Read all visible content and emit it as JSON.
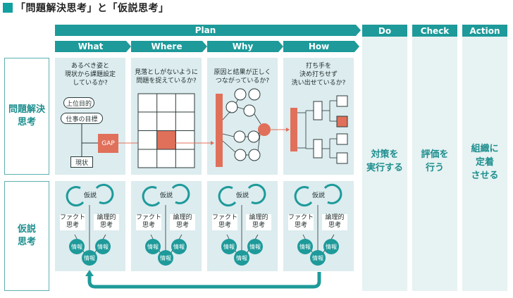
{
  "title": "「問題解決思考」と「仮説思考」",
  "plan": {
    "label": "Plan",
    "steps": [
      "What",
      "Where",
      "Why",
      "How"
    ]
  },
  "phases": [
    {
      "label": "Do",
      "body": "対策を\n実行する"
    },
    {
      "label": "Check",
      "body": "評価を\n行う"
    },
    {
      "label": "Action",
      "body": "組織に\n定着\nさせる"
    }
  ],
  "rows": {
    "problem_solving": "問題解決\n思考",
    "hypothesis": "仮説\n思考"
  },
  "what": {
    "question": "あるべき姿と\n現状から課題設定\nしているか?",
    "upper": "上位目的",
    "goal": "仕事の目標",
    "gap": "GAP",
    "current": "現状"
  },
  "where": {
    "question": "見落としがないように\n問題を捉えているか?"
  },
  "why": {
    "question": "原因と結果が正しく\nつながっているか?"
  },
  "how": {
    "question": "打ち手を\n決め打ちせず\n洗い出せているか?"
  },
  "hypothesis_unit": {
    "hypothesis": "仮説",
    "fact": "ファクト\n思考",
    "logic": "論理的\n思考",
    "info": "情報"
  },
  "colors": {
    "teal": "#1e9a9a",
    "panel": "#dcecef",
    "accent": "#e0705a"
  }
}
